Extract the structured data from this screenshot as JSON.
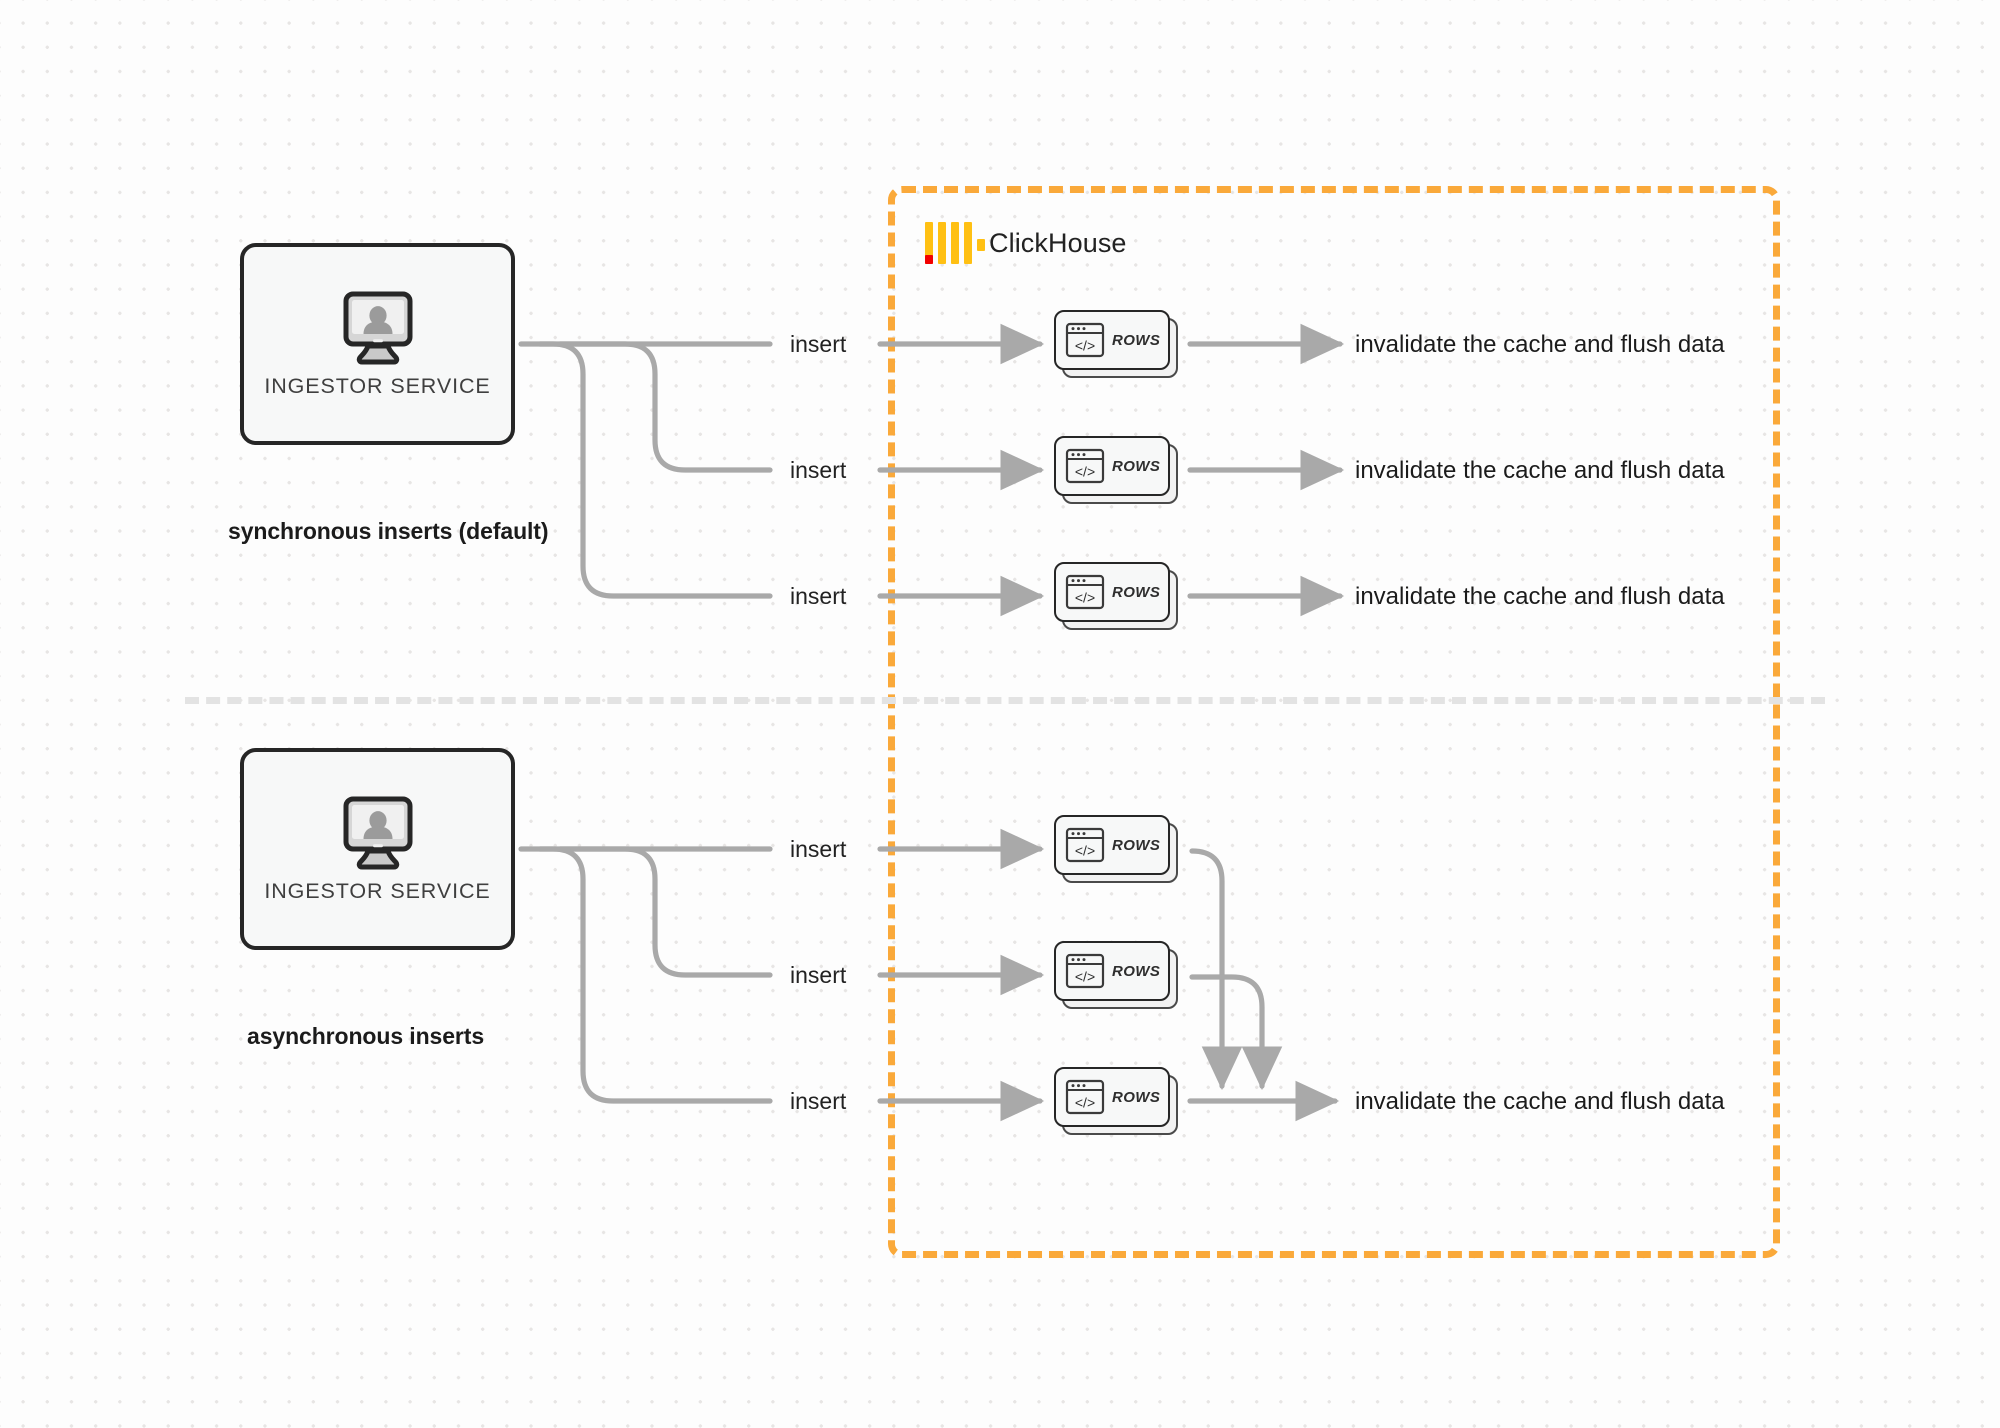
{
  "diagram": {
    "title": "ClickHouse synchronous vs asynchronous inserts",
    "colors": {
      "boundary": "#faa93a",
      "logo_bar": "#ffc013",
      "logo_dot": "#f20000",
      "edge": "#a9a9a9",
      "node_outline": "#262626",
      "background": "#fdfdfd",
      "divider": "#e3e3e3"
    }
  },
  "clickhouse": {
    "brand_name": "ClickHouse",
    "logo_icon": "clickhouse-logo-icon"
  },
  "sections": [
    {
      "id": "synchronous",
      "caption": "synchronous inserts (default)",
      "ingestor": {
        "label": "INGESTOR SERVICE",
        "icon": "monitor-user-icon"
      },
      "flows": [
        {
          "edge_label": "insert",
          "node_label": "ROWS",
          "node_icon": "code-window-icon",
          "output_label": "invalidate the cache and flush data"
        },
        {
          "edge_label": "insert",
          "node_label": "ROWS",
          "node_icon": "code-window-icon",
          "output_label": "invalidate the cache and flush data"
        },
        {
          "edge_label": "insert",
          "node_label": "ROWS",
          "node_icon": "code-window-icon",
          "output_label": "invalidate the cache and flush data"
        }
      ]
    },
    {
      "id": "asynchronous",
      "caption": "asynchronous inserts",
      "ingestor": {
        "label": "INGESTOR SERVICE",
        "icon": "monitor-user-icon"
      },
      "flows": [
        {
          "edge_label": "insert",
          "node_label": "ROWS",
          "node_icon": "code-window-icon"
        },
        {
          "edge_label": "insert",
          "node_label": "ROWS",
          "node_icon": "code-window-icon"
        },
        {
          "edge_label": "insert",
          "node_label": "ROWS",
          "node_icon": "code-window-icon"
        }
      ],
      "merged_output_label": "invalidate the cache and flush data"
    }
  ]
}
